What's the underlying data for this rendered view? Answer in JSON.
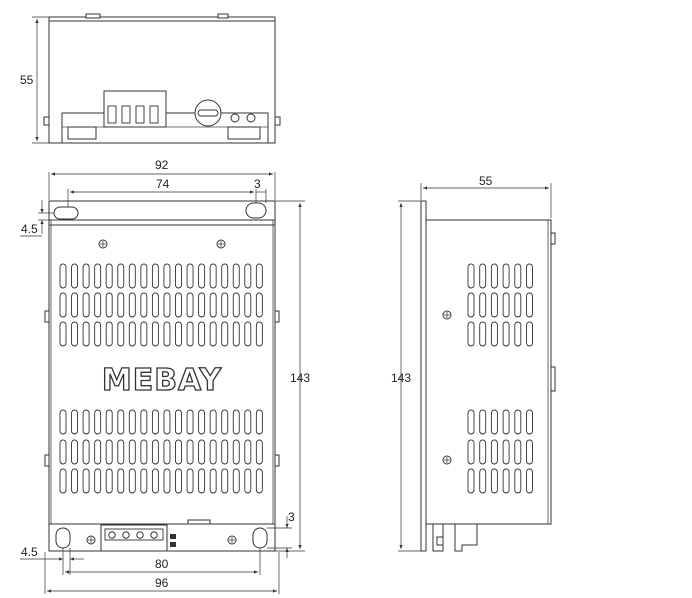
{
  "brand": "MEBAY",
  "top_view": {
    "height_label": "55"
  },
  "front_view": {
    "width_label": "92",
    "hole_spacing_top_label": "74",
    "slot_width_top_label": "3",
    "left_offset_top_label": "4.5",
    "height_label": "143",
    "hole_spacing_bottom_label": "80",
    "slot_width_bottom_label": "3",
    "left_offset_bottom_label": "4.5",
    "overall_width_label": "96"
  },
  "side_view": {
    "depth_label": "55",
    "height_label": "143"
  }
}
